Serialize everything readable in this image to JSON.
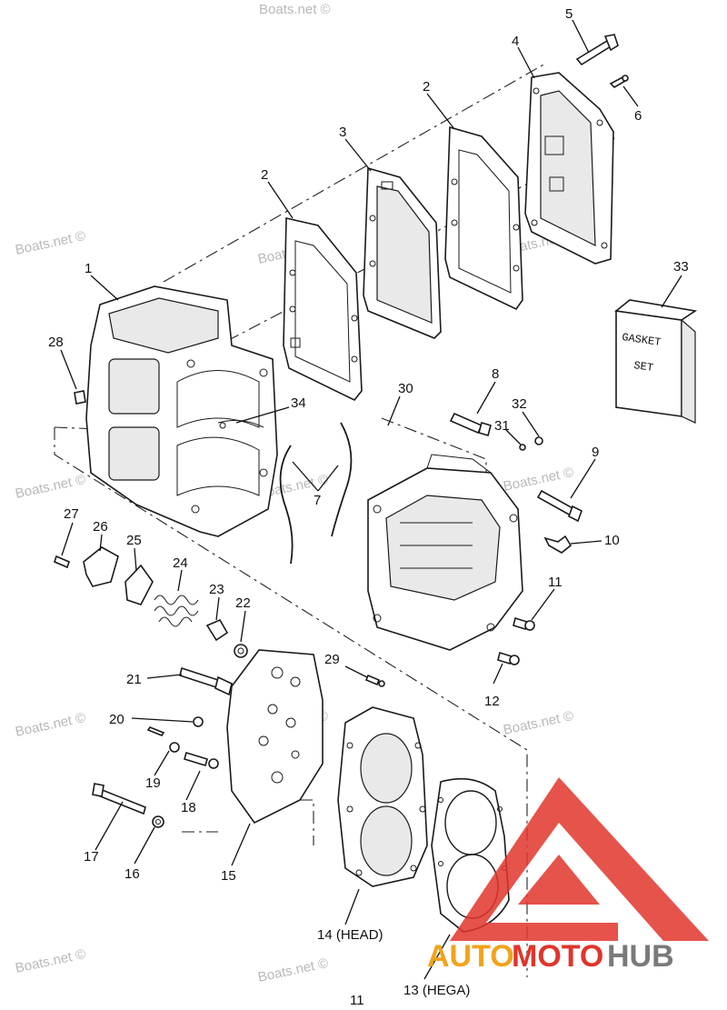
{
  "watermark": "Boats.net ©",
  "page_number": "11",
  "gasket_set": {
    "line1": "GASKET",
    "line2": "SET"
  },
  "callouts": {
    "c1": "1",
    "c2a": "2",
    "c2b": "2",
    "c3": "3",
    "c4": "4",
    "c5": "5",
    "c6": "6",
    "c7": "7",
    "c8": "8",
    "c9": "9",
    "c10": "10",
    "c11": "11",
    "c12": "12",
    "c13": "13 (HEGA)",
    "c14": "14 (HEAD)",
    "c15": "15",
    "c16": "16",
    "c17": "17",
    "c18": "18",
    "c19": "19",
    "c20": "20",
    "c21": "21",
    "c22": "22",
    "c23": "23",
    "c24": "24",
    "c25": "25",
    "c26": "26",
    "c27": "27",
    "c28": "28",
    "c29": "29",
    "c30": "30",
    "c31": "31",
    "c32": "32",
    "c33": "33",
    "c34": "34"
  },
  "logo": {
    "part1": "AUTO",
    "part2": "MOTO",
    "part3": "HUB"
  },
  "colors": {
    "logo_red": "#e0352b",
    "logo_orange": "#f2a31b",
    "logo_gray": "#7a7a7a"
  }
}
